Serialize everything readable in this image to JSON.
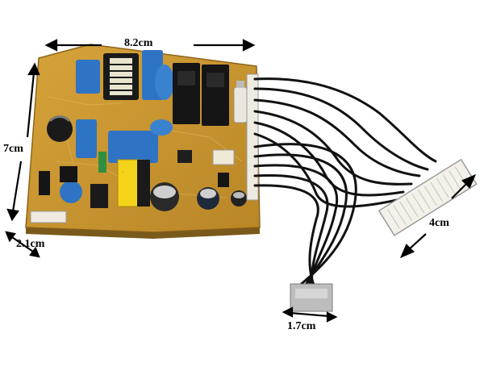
{
  "dimensions": {
    "board_width": "8.2cm",
    "board_height": "7cm",
    "board_thickness": "2.1cm",
    "connector_large_width": "4cm",
    "connector_small_width": "1.7cm"
  },
  "colors": {
    "pcb": "#c9962f",
    "pcb_edge": "#a87722",
    "relay": "#141414",
    "capacitor_blue": "#2f74c4",
    "wire": "#111111",
    "connector": "#f3f1ea",
    "connector_small": "#b9b9b9"
  }
}
